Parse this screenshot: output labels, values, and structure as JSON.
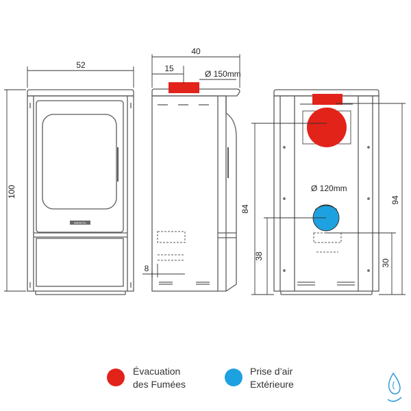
{
  "diagram": {
    "front_view": {
      "width": "52",
      "height": "100",
      "logo": "INVICTA"
    },
    "side_view": {
      "depth": "40",
      "flue_offset": "15",
      "flue_diameter": "Ø 150mm",
      "bottom_offset": "8"
    },
    "rear_view": {
      "air_inlet_diameter": "Ø 120mm",
      "flue_height": "94",
      "air_inlet_height": "84",
      "lower_marker_left": "38",
      "lower_marker_right": "30"
    },
    "legend": [
      {
        "line1": "Évacuation",
        "line2": "des Fumées",
        "color": "#e2231a"
      },
      {
        "line1": "Prise d’air",
        "line2": "Extérieure",
        "color": "#1ea1e0"
      }
    ],
    "colors": {
      "line": "#5a5a5a",
      "dim_line": "#333333",
      "flue": "#e2231a",
      "air": "#1ea1e0",
      "watermark": "#3aa0d8"
    },
    "watermark_icon": "water-drop-icon"
  }
}
